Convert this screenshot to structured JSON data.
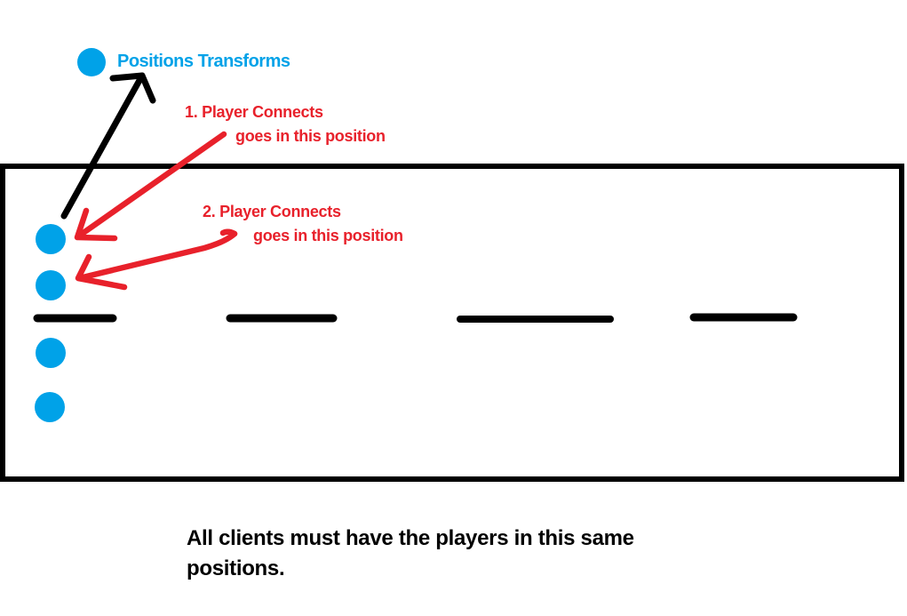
{
  "colors": {
    "blue": "#00A2E8",
    "red": "#E8212B",
    "black": "#000000",
    "background": "#FFFFFF"
  },
  "legend": {
    "label": "Positions Transforms"
  },
  "steps": [
    {
      "title": "1. Player Connects",
      "subtitle": "goes in this position"
    },
    {
      "title": "2. Player Connects",
      "subtitle": "goes in this position"
    }
  ],
  "caption": {
    "line1": "All clients must have the players in this same",
    "line2": "positions."
  },
  "diagram": {
    "legend_dot_count": 1,
    "filled_player_dot_count": 4,
    "empty_position_marker_count": 4,
    "arrow_count": 3
  }
}
